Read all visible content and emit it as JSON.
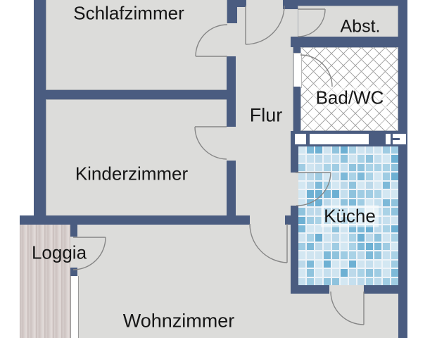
{
  "plan_type": "apartment-floor-plan",
  "theme": {
    "wall_color": "#4a5c80",
    "floor_color": "#dcdcda",
    "arc_color": "#868686",
    "hatch_line_color": "#a9a9a9",
    "tile_grout_color": "#edf3f8",
    "tile_palette": [
      "#c5dfee",
      "#9fcce3",
      "#7db9d8",
      "#bcd9ea",
      "#6db0d3",
      "#d3e7f2",
      "#8fc3dd",
      "#a9d2e6",
      "#cfe4f0"
    ],
    "wood_light": "#dad3d1",
    "wood_dark": "#cdc2c0",
    "wood_dark2": "#c2b5b3",
    "text_color": "#161616"
  },
  "rooms": {
    "schlafzimmer": {
      "label": "Schlafzimmer"
    },
    "kinderzimmer": {
      "label": "Kinderzimmer"
    },
    "flur": {
      "label": "Flur"
    },
    "abstellraum": {
      "label": "Abst."
    },
    "bad": {
      "label": "Bad/WC"
    },
    "kueche": {
      "label": "Küche"
    },
    "loggia": {
      "label": "Loggia"
    },
    "wohnzimmer": {
      "label": "Wohnzimmer"
    }
  }
}
